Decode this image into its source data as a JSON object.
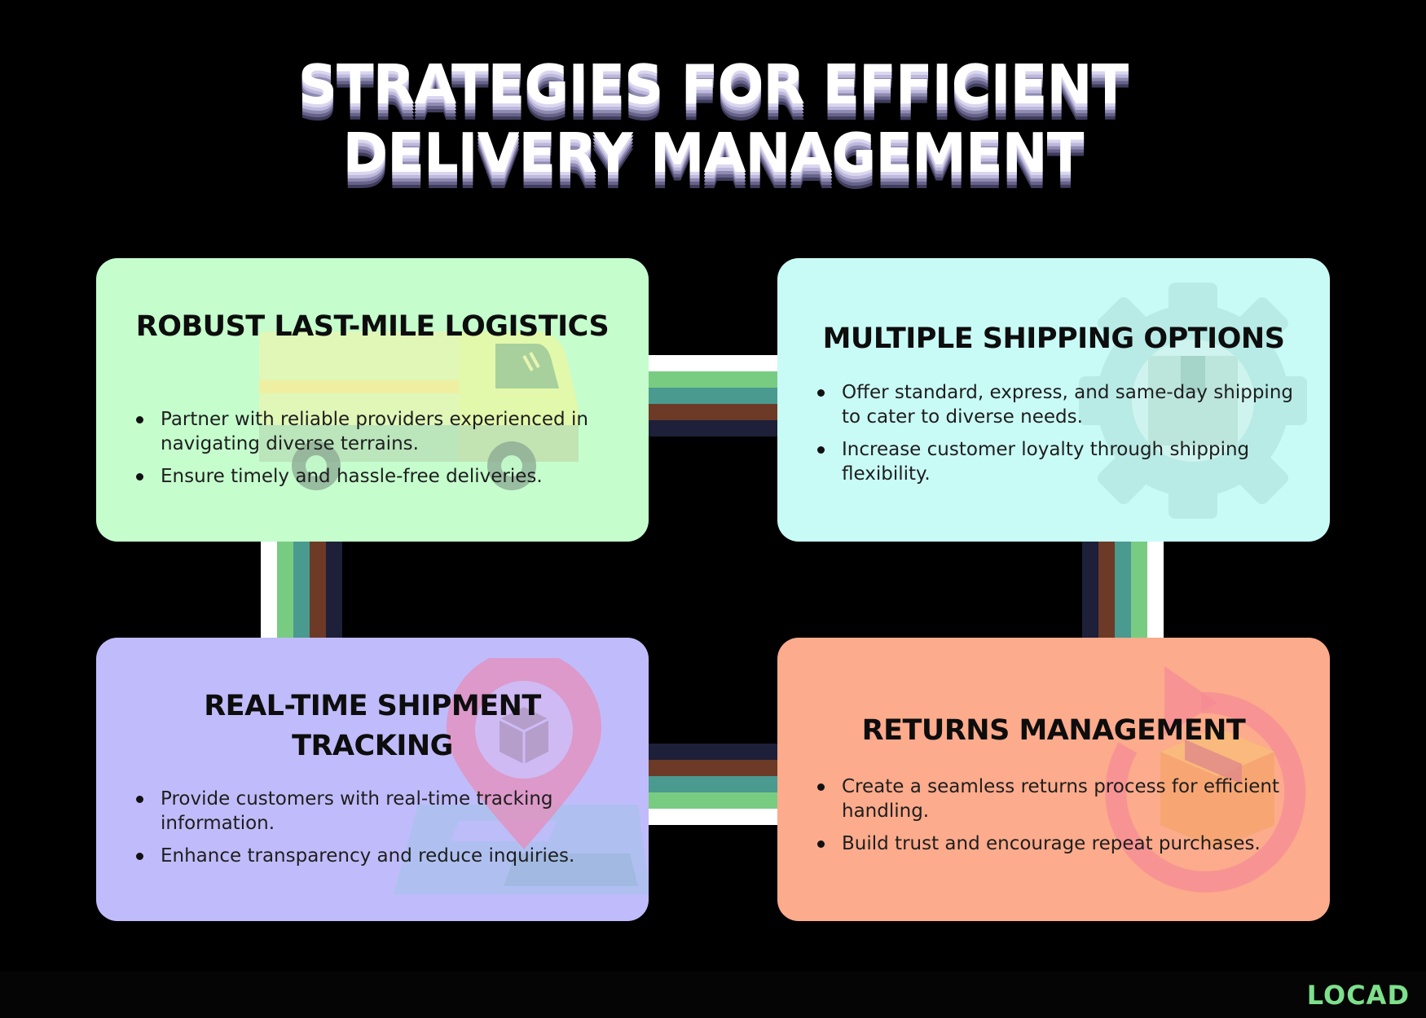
{
  "title": {
    "line1": "STRATEGIES FOR EFFICIENT",
    "line2": "DELIVERY MANAGEMENT"
  },
  "colors": {
    "background": "#000000",
    "card_green": "#c5fdcd",
    "card_cyan": "#c9fbf6",
    "card_purple": "#c0bcfb",
    "card_orange": "#fcab8c",
    "connector_stripes": [
      "#ffffff",
      "#78cc82",
      "#4a9a90",
      "#6c3a26",
      "#1d2038"
    ],
    "logo": "#7ee08c"
  },
  "cards": [
    {
      "title": "ROBUST LAST-MILE LOGISTICS",
      "icon": "delivery-truck-icon",
      "bullets": [
        "Partner with reliable providers experienced in navigating diverse terrains.",
        "Ensure timely and hassle-free deliveries."
      ]
    },
    {
      "title": "MULTIPLE SHIPPING OPTIONS",
      "icon": "gear-package-icon",
      "bullets": [
        "Offer standard, express, and same-day shipping to cater to diverse needs.",
        "Increase customer loyalty through shipping flexibility."
      ]
    },
    {
      "title": "REAL-TIME SHIPMENT TRACKING",
      "icon": "map-pin-package-icon",
      "bullets": [
        "Provide customers with real-time tracking information.",
        "Enhance transparency and reduce inquiries."
      ]
    },
    {
      "title": "RETURNS MANAGEMENT",
      "icon": "return-package-icon",
      "bullets": [
        "Create a seamless returns process for efficient handling.",
        "Build trust and encourage repeat purchases."
      ]
    }
  ],
  "logo": {
    "text": "LOCAD"
  }
}
